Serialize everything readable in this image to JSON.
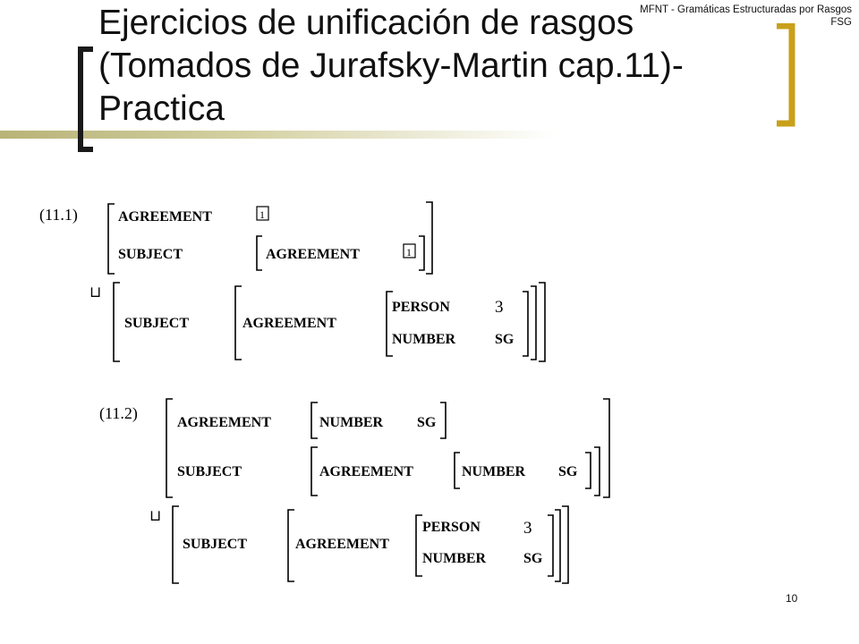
{
  "header": {
    "note_line1": "MFNT - Gramáticas Estructuradas por Rasgos",
    "note_line2": "FSG"
  },
  "title": {
    "line1": "Ejercicios de unificación de rasgos",
    "line2": "(Tomados de Jurafsky-Martin cap.11)-",
    "line3": "Practica"
  },
  "figure": {
    "ex1": {
      "label": "(11.1)",
      "a": {
        "agreement": "AGREEMENT",
        "tag1": "1",
        "subject": "SUBJECT",
        "inner_agreement": "AGREEMENT",
        "tag2": "1"
      },
      "unify": "⊔",
      "b": {
        "subject": "SUBJECT",
        "agreement": "AGREEMENT",
        "person": "PERSON",
        "person_val": "3",
        "number": "NUMBER",
        "number_val": "SG"
      }
    },
    "ex2": {
      "label": "(11.2)",
      "a": {
        "agreement": "AGREEMENT",
        "number": "NUMBER",
        "number_val": "SG",
        "subject": "SUBJECT",
        "inner_agreement": "AGREEMENT",
        "inner_number": "NUMBER",
        "inner_number_val": "SG"
      },
      "unify": "⊔",
      "b": {
        "subject": "SUBJECT",
        "agreement": "AGREEMENT",
        "person": "PERSON",
        "person_val": "3",
        "number": "NUMBER",
        "number_val": "SG"
      }
    }
  },
  "footer": {
    "slide_number": "10"
  },
  "colors": {
    "accent_gold": "#c9a01a",
    "bracket_dark": "#1a1a1a",
    "rule": "#b8b377"
  }
}
